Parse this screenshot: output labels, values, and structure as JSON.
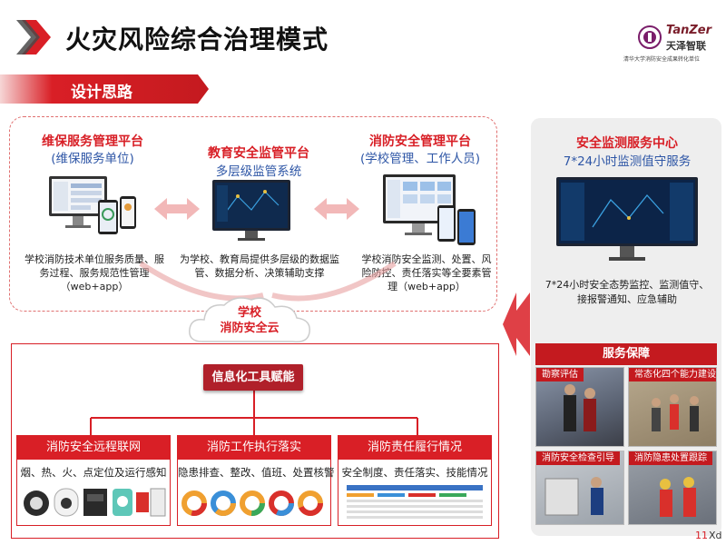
{
  "header": {
    "title": "火灾风险综合治理模式",
    "subtitle": "设计思路",
    "logo_name": "TanZer",
    "logo_cn": "天泽智联",
    "logo_sub": "清华大学消防安全成果转化单位"
  },
  "platforms": [
    {
      "title": "维保服务管理平台",
      "subtitle": "(维保服务单位)",
      "desc": "学校消防技术单位服务质量、服务过程、服务规范性管理（web+app）"
    },
    {
      "title": "教育安全监管平台",
      "subtitle": "多层级监管系统",
      "desc": "为学校、教育局提供多层级的数据监管、数据分析、决策辅助支撑"
    },
    {
      "title": "消防安全管理平台",
      "subtitle": "(学校管理、工作人员)",
      "desc": "学校消防安全监测、处置、风险防控、责任落实等全要素管理（web+app）"
    }
  ],
  "cloud": {
    "line1": "学校",
    "line2": "消防安全云"
  },
  "info_tool": "信息化工具赋能",
  "sections": [
    {
      "title": "消防安全远程联网",
      "subtitle": "烟、热、火、点定位及运行感知"
    },
    {
      "title": "消防工作执行落实",
      "subtitle": "隐患排查、整改、值班、处置核警"
    },
    {
      "title": "消防责任履行情况",
      "subtitle": "安全制度、责任落实、技能情况"
    }
  ],
  "right_panel": {
    "title": "安全监测服务中心",
    "subtitle": "7*24小时监测值守服务",
    "desc": "7*24小时安全态势监控、监测值守、接报警通知、应急辅助",
    "service_bar": "服务保障",
    "photos": [
      "勘察评估",
      "常态化四个能力建设",
      "消防安全检查引导",
      "消防隐患处置跟踪"
    ]
  },
  "page": {
    "number": "11",
    "suffix": "Xd"
  },
  "colors": {
    "accent": "#d81f26",
    "blue": "#2e56a6",
    "dark_red": "#b0202a"
  }
}
